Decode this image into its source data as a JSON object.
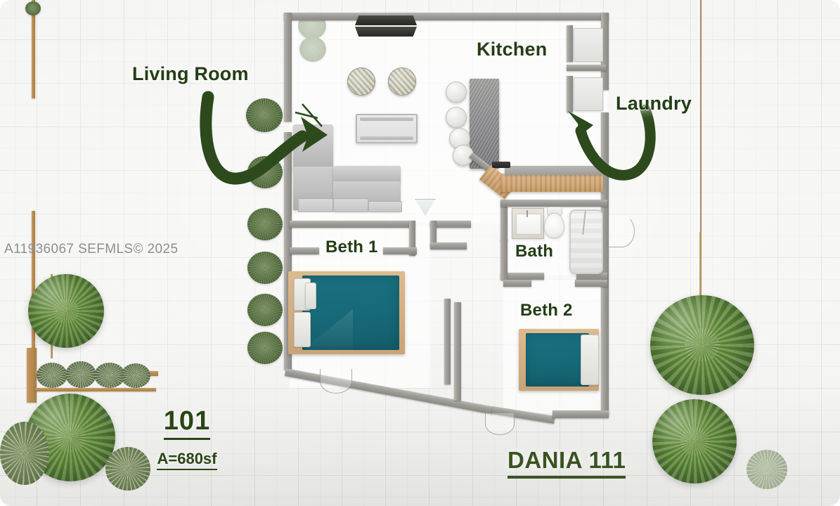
{
  "plan": {
    "title": "DANIA 111",
    "unit_number": "101",
    "unit_area": "A=680sf",
    "watermark": "A11936067  SEFMLS© 2025",
    "colors": {
      "label_green": "#253d16",
      "title_green": "#3a5320",
      "unit_green": "#2b4517",
      "arrow_green": "#2d4a1c",
      "bed_teal": "#176a79",
      "wall_grey": "#9d9b96",
      "counter_wood": "#cfa472",
      "background": "#f3f3f1",
      "watermark_grey": "#8e8e8e"
    },
    "rooms": [
      {
        "name": "Living Room",
        "label": "Living Room"
      },
      {
        "name": "Kitchen",
        "label": "Kitchen"
      },
      {
        "name": "Laundry",
        "label": "Laundry"
      },
      {
        "name": "Bedroom 1",
        "label": "Beth 1"
      },
      {
        "name": "Bathroom",
        "label": "Bath"
      },
      {
        "name": "Bedroom 2",
        "label": "Beth 2"
      }
    ],
    "annotations": [
      {
        "name": "entry-arrow-living-room",
        "points_to": "Living Room"
      },
      {
        "name": "entry-arrow-laundry",
        "points_to": "Laundry"
      }
    ],
    "furnishings": [
      "sectional-sofa",
      "coffee-table",
      "tv-media-unit",
      "round-pouf",
      "round-pouf",
      "kitchen-island",
      "bar-stool",
      "bar-stool",
      "bar-stool",
      "bar-stool",
      "wood-counter",
      "bathroom-vanity",
      "toilet",
      "bathtub",
      "bed-queen",
      "bed-twin",
      "washer",
      "dryer"
    ],
    "landscape": [
      "tree",
      "tree",
      "tree",
      "tree",
      "tree",
      "hedge-row",
      "fence",
      "palm-row"
    ]
  }
}
